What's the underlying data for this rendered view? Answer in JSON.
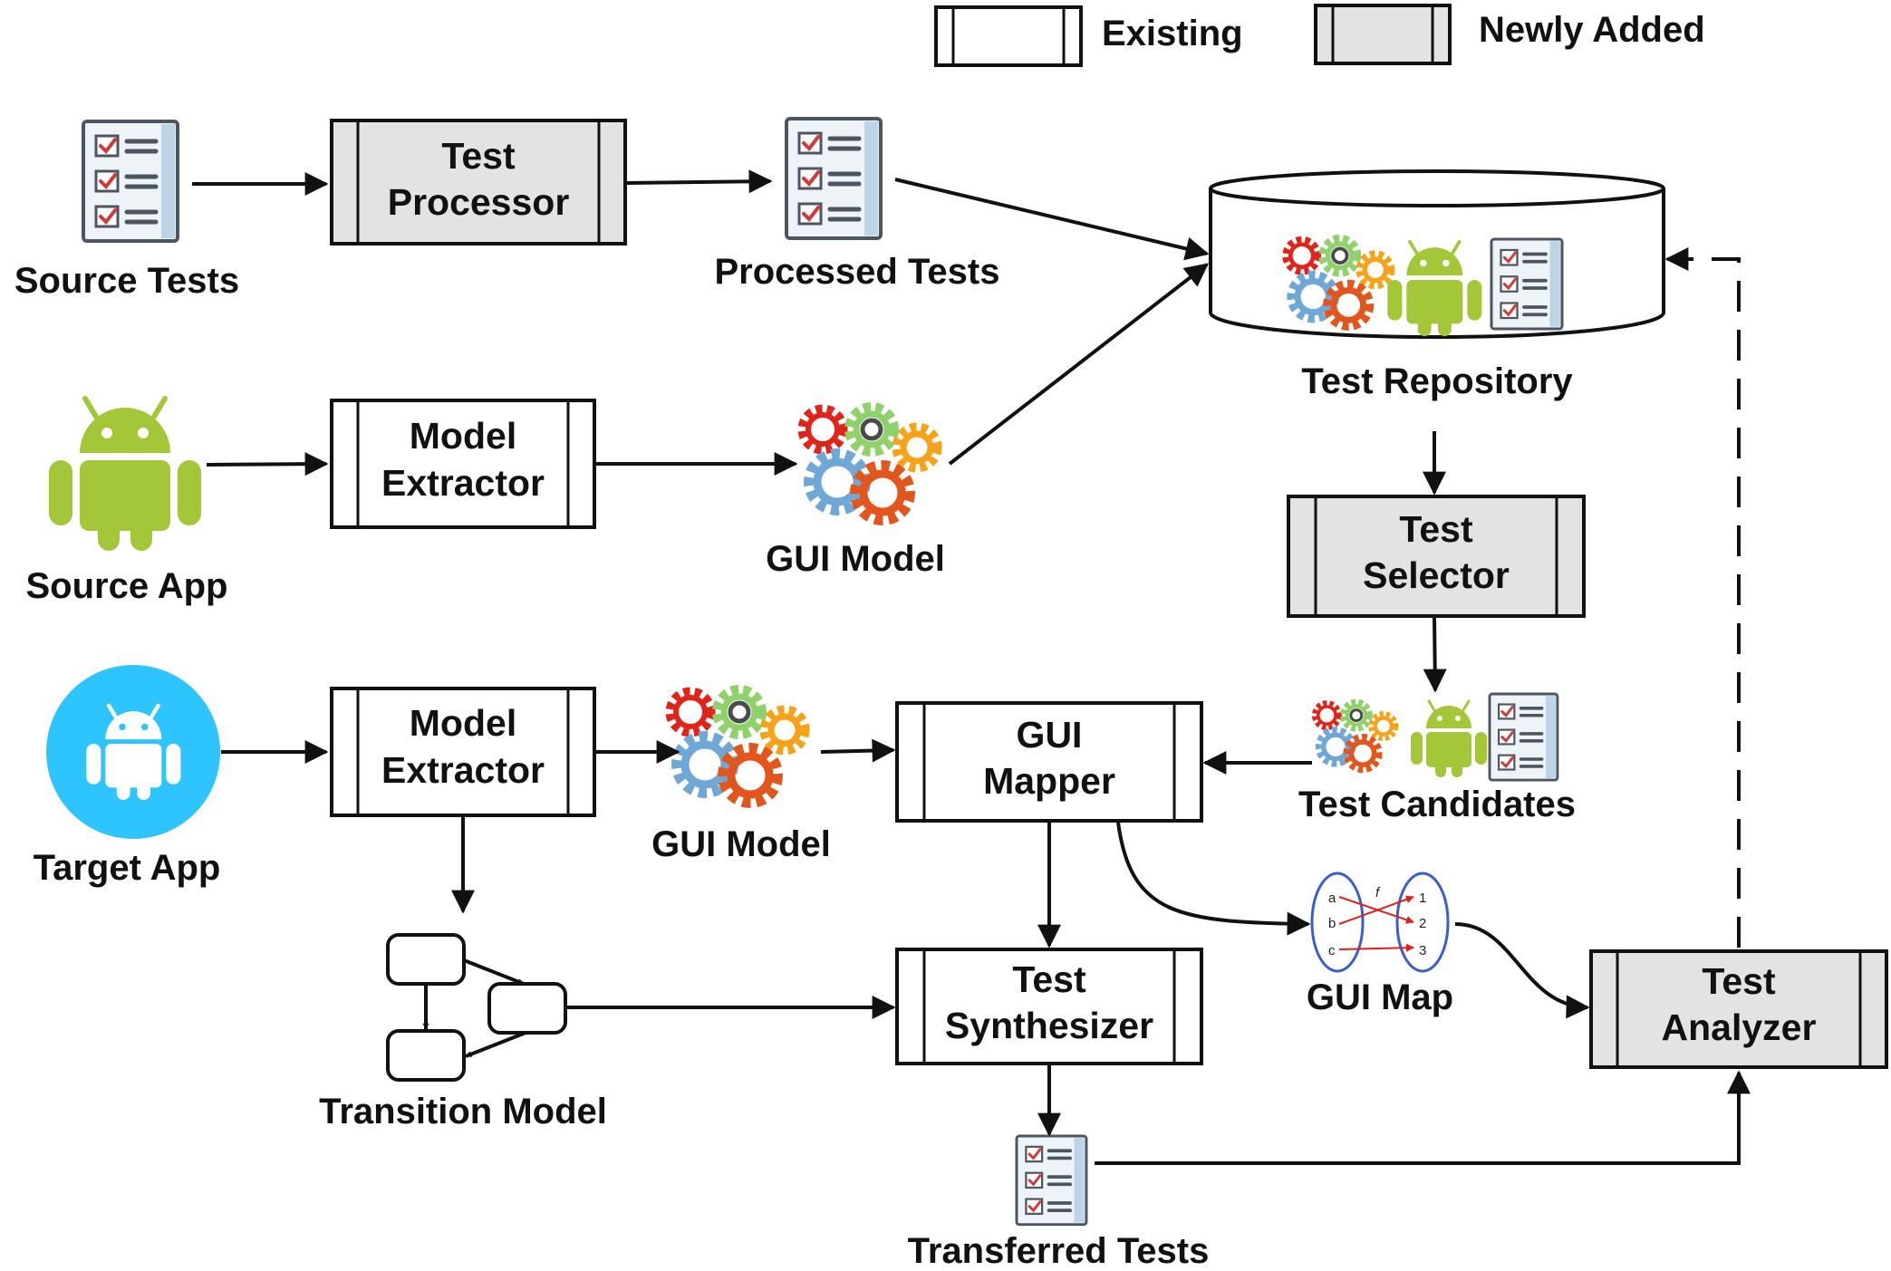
{
  "legend": {
    "existing": "Existing",
    "newly_added": "Newly Added",
    "existing_color": "#ffffff",
    "newly_added_color": "#e3e3e3"
  },
  "processes": {
    "test_processor": {
      "line1": "Test",
      "line2": "Processor",
      "kind": "newly_added"
    },
    "model_extractor_source": {
      "line1": "Model",
      "line2": "Extractor",
      "kind": "existing"
    },
    "model_extractor_target": {
      "line1": "Model",
      "line2": "Extractor",
      "kind": "existing"
    },
    "test_selector": {
      "line1": "Test",
      "line2": "Selector",
      "kind": "newly_added"
    },
    "gui_mapper": {
      "line1": "GUI",
      "line2": "Mapper",
      "kind": "existing"
    },
    "test_synthesizer": {
      "line1": "Test",
      "line2": "Synthesizer",
      "kind": "existing"
    },
    "test_analyzer": {
      "line1": "Test",
      "line2": "Analyzer",
      "kind": "newly_added"
    }
  },
  "artifacts": {
    "source_tests": "Source Tests",
    "processed_tests": "Processed Tests",
    "test_repository": "Test Repository",
    "source_app": "Source App",
    "gui_model_source": "GUI Model",
    "target_app": "Target App",
    "gui_model_target": "GUI Model",
    "test_candidates": "Test Candidates",
    "transition_model": "Transition Model",
    "gui_map": "GUI Map",
    "transferred_tests": "Transferred Tests"
  },
  "gui_map_detail": {
    "domain": [
      "a",
      "b",
      "c"
    ],
    "codomain": [
      "1",
      "2",
      "3"
    ],
    "function_symbol": "f"
  },
  "icons": {
    "test_list": "checklist-icon",
    "app": "android-robot-icon",
    "target_app": "android-circle-icon",
    "gui_model": "gears-icon",
    "repository": "database-cylinder-icon"
  },
  "colors": {
    "android_green": "#a4c639",
    "target_app_blue": "#2ec4ff",
    "gear_red": "#e0241a",
    "gear_green": "#8fd16b",
    "gear_orange": "#f6a21b",
    "gear_blue": "#6fa8d6",
    "gear_dark_orange": "#e2561d",
    "map_arrow": "#e02020",
    "map_oval": "#3a5fcd"
  }
}
